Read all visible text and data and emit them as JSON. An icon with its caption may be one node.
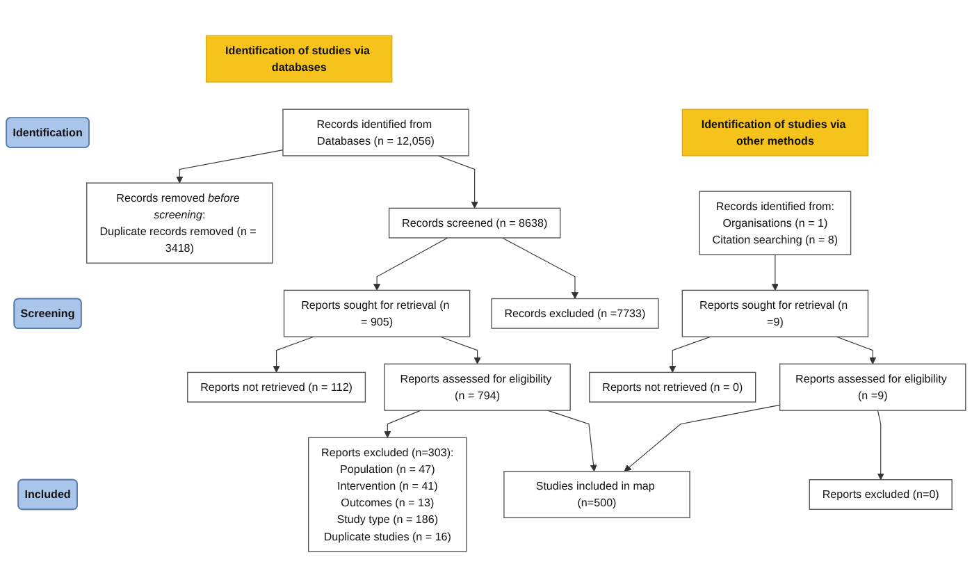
{
  "diagram": {
    "nodes": [
      {
        "text": [
          "Identification of studies via databases"
        ]
      },
      {
        "text": [
          "Identification of studies via other methods"
        ]
      },
      {
        "text": [
          "Identification"
        ]
      },
      {
        "text": [
          "Records identified from Databases (n = 12,056)"
        ]
      },
      {
        "text": [
          "Records removed *before screening*:",
          "Duplicate records removed (n = 3418)"
        ]
      },
      {
        "text": [
          "Records identified from:",
          "Organisations (n = 1)",
          "Citation searching (n = 8)"
        ]
      },
      {
        "text": [
          "Screening"
        ]
      },
      {
        "text": [
          "Records screened (n = 8638)"
        ]
      },
      {
        "text": [
          "Records excluded (n =7733)"
        ]
      },
      {
        "text": [
          "Reports sought for retrieval (n = 905)"
        ]
      },
      {
        "text": [
          "Reports not retrieved (n = 112)"
        ]
      },
      {
        "text": [
          "Reports sought for retrieval (n =9)"
        ]
      },
      {
        "text": [
          "Reports not retrieved (n = 0)"
        ]
      },
      {
        "text": [
          "Reports assessed for eligibility (n = 794)"
        ]
      },
      {
        "text": [
          "Reports excluded (n=303):",
          "Population (n = 47)",
          "Intervention (n = 41)",
          "Outcomes (n = 13)",
          "Study type (n = 186)",
          "Duplicate studies (n = 16)"
        ]
      },
      {
        "text": [
          "Reports assessed for eligibility (n =9)"
        ]
      },
      {
        "text": [
          "Reports excluded (n=0)"
        ]
      },
      {
        "text": [
          "Included"
        ]
      },
      {
        "text": [
          "Studies included in map (n=500)"
        ]
      }
    ],
    "edges": [
      {
        "from": 3,
        "to": 4,
        "arrow": "to"
      },
      {
        "from": 3,
        "to": 7,
        "arrow": "to"
      },
      {
        "from": 7,
        "to": 8,
        "arrow": "to"
      },
      {
        "from": 7,
        "to": 9,
        "arrow": "to"
      },
      {
        "from": 9,
        "to": 10,
        "arrow": "to"
      },
      {
        "from": 9,
        "to": 13,
        "arrow": "to"
      },
      {
        "from": 13,
        "to": 14,
        "arrow": "to"
      },
      {
        "from": 13,
        "to": 18,
        "arrow": "to"
      },
      {
        "from": 5,
        "to": 11,
        "arrow": "to"
      },
      {
        "from": 11,
        "to": 12,
        "arrow": "to"
      },
      {
        "from": 11,
        "to": 15,
        "arrow": "to"
      },
      {
        "from": 15,
        "to": 16,
        "arrow": "to"
      },
      {
        "from": 15,
        "to": 18,
        "arrow": "to"
      }
    ]
  }
}
